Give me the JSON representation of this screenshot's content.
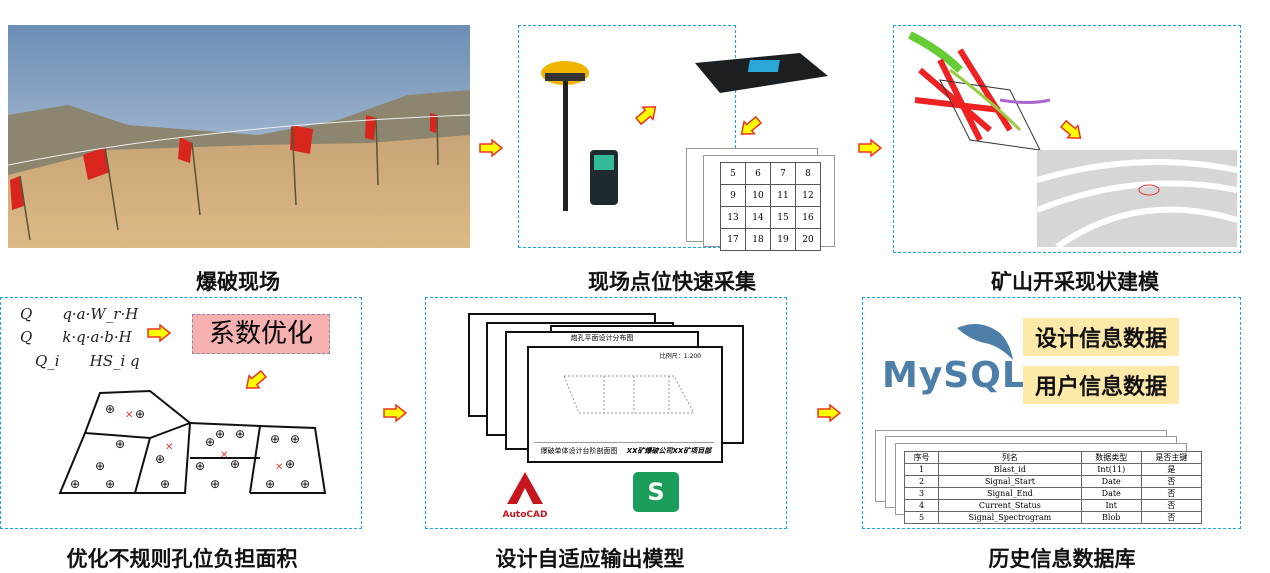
{
  "titles": {
    "site": "爆破现场",
    "collect": "现场点位快速采集",
    "model": "矿山开采现状建模",
    "optimize": "优化不规则孔位负担面积",
    "design": "设计自适应输出模型",
    "history": "历史信息数据库"
  },
  "grid_numbers": [
    [
      "5",
      "6",
      "7",
      "8"
    ],
    [
      "9",
      "10",
      "11",
      "12"
    ],
    [
      "13",
      "14",
      "15",
      "16"
    ],
    [
      "17",
      "18",
      "19",
      "20"
    ]
  ],
  "formulas": [
    {
      "lhs": "Q",
      "rhs": "q·a·W_r·H"
    },
    {
      "lhs": "Q",
      "rhs": "k·q·a·b·H"
    },
    {
      "lhs": "Q_i",
      "rhs": "HS_i q"
    }
  ],
  "coef_label": "系数优化",
  "cad": {
    "sheet_title": "炮孔平面设计分布图",
    "scale": "比例尺：1:200",
    "caption_left": "爆破单体设计台阶剖面图",
    "caption_right": "XX矿爆破公司XX矿项目部"
  },
  "apps": {
    "autocad": "AutoCAD",
    "sheets": "S"
  },
  "mysql": {
    "logo": "MySQL",
    "labels": [
      "设计信息数据",
      "用户信息数据"
    ]
  },
  "db_table": {
    "headers": [
      "序号",
      "列名",
      "数据类型",
      "是否主键"
    ],
    "rows": [
      [
        "1",
        "Blast_id",
        "Int(11)",
        "是"
      ],
      [
        "2",
        "Signal_Start",
        "Date",
        "否"
      ],
      [
        "3",
        "Signal_End",
        "Date",
        "否"
      ],
      [
        "4",
        "Current_Status",
        "Int",
        "否"
      ],
      [
        "5",
        "Signal_Spectrogram",
        "Blob",
        "否"
      ]
    ]
  },
  "colors": {
    "dash": "#1aa3e8",
    "arrow_fill": "#ffff00",
    "arrow_stroke": "#e32",
    "coef_bg": "#f7b0b0",
    "label_bg": "#fde9a8"
  }
}
